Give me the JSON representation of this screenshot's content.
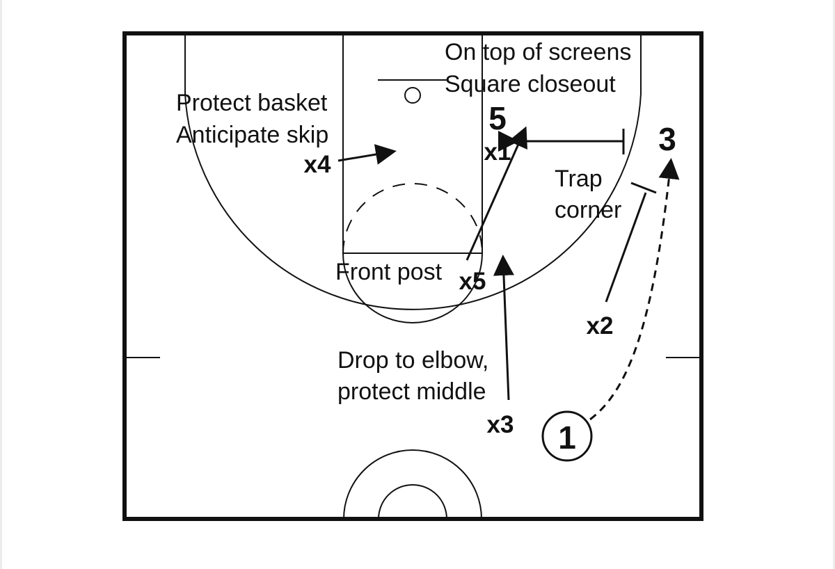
{
  "players": {
    "p1": "1",
    "p3": "3",
    "p5": "5"
  },
  "defenders": {
    "x1": "x1",
    "x2": "x2",
    "x3": "x3",
    "x4": "x4",
    "x5": "x5"
  },
  "notes": {
    "x1_line1": "On top of screens",
    "x1_line2": "Square closeout",
    "x4_line1": "Protect basket",
    "x4_line2": "Anticipate skip",
    "x2_line1": "Trap",
    "x2_line2": "corner",
    "x5_note": "Front post",
    "x3_line1": "Drop to elbow,",
    "x3_line2": "protect middle"
  },
  "colors": {
    "ink": "#111111",
    "background": "#ffffff"
  }
}
